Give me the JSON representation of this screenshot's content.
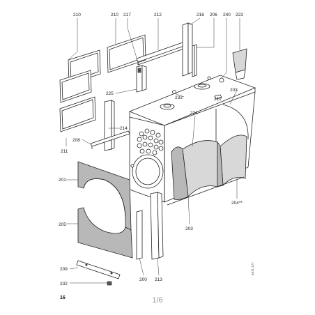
{
  "page": {
    "number": "16",
    "counter": "1/6",
    "drawing_code": "4871 177"
  },
  "callouts": [
    "210",
    "210",
    "217",
    "212",
    "216",
    "206",
    "240",
    "223",
    "225",
    "233",
    "212",
    "203",
    "224",
    "214",
    "208",
    "211",
    "201",
    "205",
    "203",
    "204**",
    "209",
    "232",
    "200",
    "213"
  ]
}
